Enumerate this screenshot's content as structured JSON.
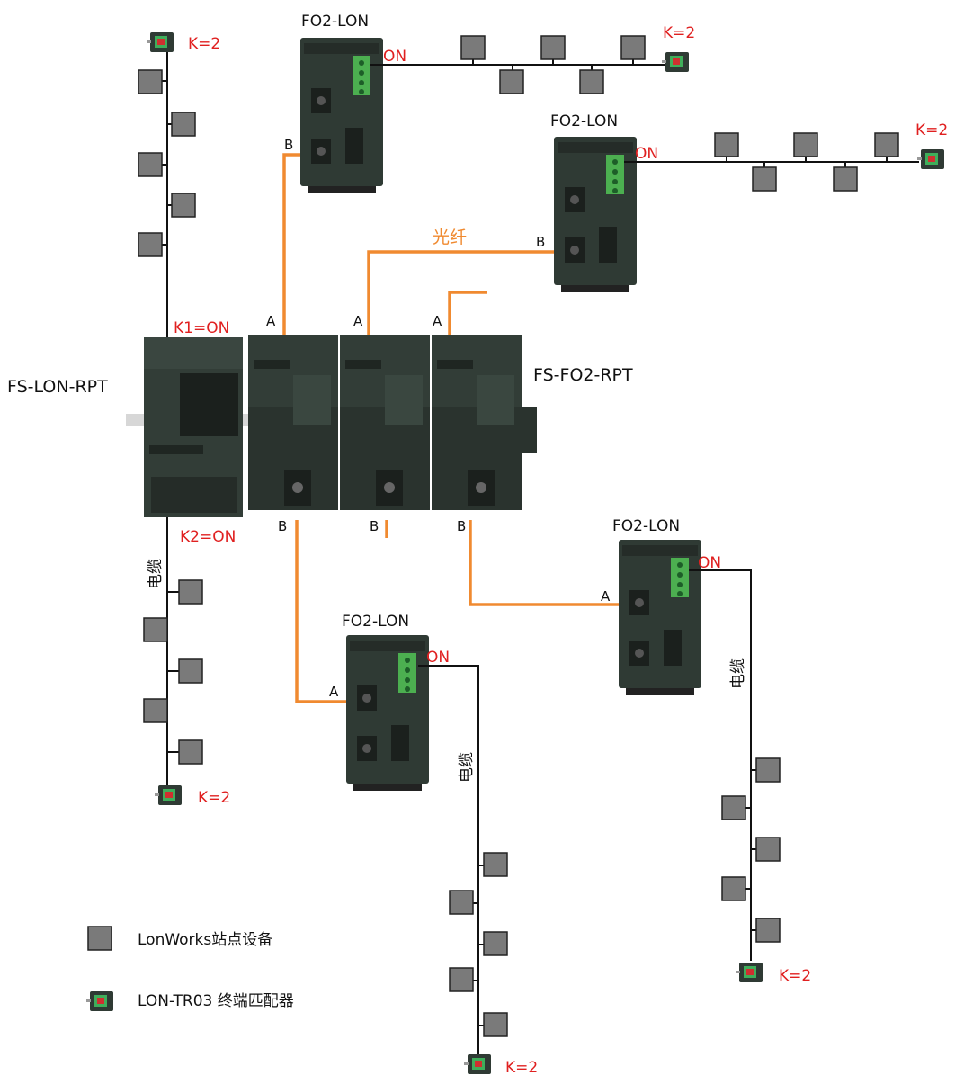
{
  "colors": {
    "fiber": "#f08a30",
    "cable": "#111111",
    "label_red": "#e02020",
    "device_body": "#2f3a34",
    "node_fill": "#7a7a7a",
    "terminal_green": "#4caf50"
  },
  "modules": {
    "lon_rpt": {
      "label": "FS-LON-RPT",
      "k1": "K1=ON",
      "k2": "K2=ON"
    },
    "fo2_rpt": {
      "label": "FS-FO2-RPT",
      "ports": [
        "A",
        "A",
        "A",
        "B",
        "B",
        "B"
      ]
    }
  },
  "fo2_lon_units": [
    {
      "title": "FO2-LON",
      "switch": "ON",
      "port": "B",
      "terminator": "K=2"
    },
    {
      "title": "FO2-LON",
      "switch": "ON",
      "port": "B",
      "terminator": "K=2",
      "fiber_label": "光纤"
    },
    {
      "title": "FO2-LON",
      "switch": "ON",
      "port": "A",
      "terminator": "K=2",
      "cable_label": "电缆"
    },
    {
      "title": "FO2-LON",
      "switch": "ON",
      "port": "A",
      "terminator": "K=2",
      "cable_label": "电缆"
    }
  ],
  "left_bus": {
    "top_terminator": "K=2",
    "bottom_terminator": "K=2",
    "cable_label": "电缆"
  },
  "legend": {
    "node_label": "LonWorks站点设备",
    "terminator_label": "LON-TR03 终端匹配器",
    "node_icon": "node-square-icon",
    "terminator_icon": "terminator-icon"
  }
}
